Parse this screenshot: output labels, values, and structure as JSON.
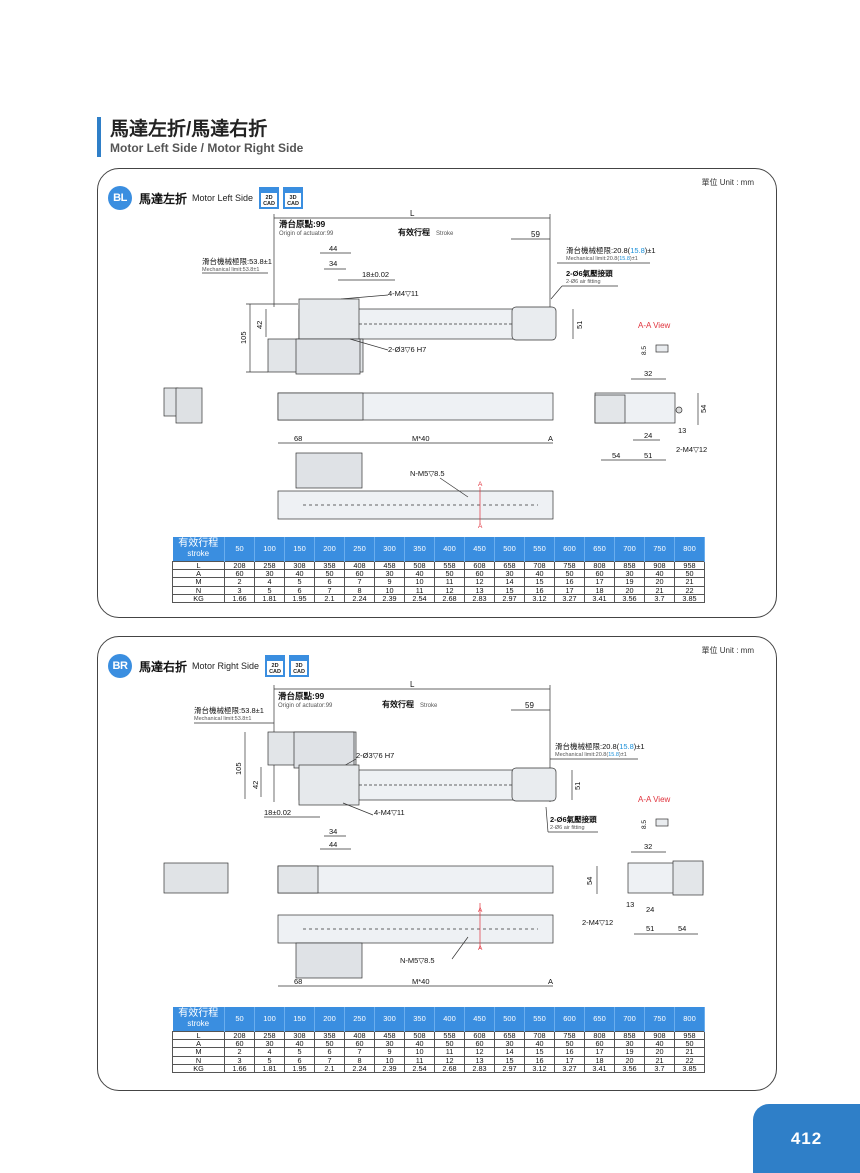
{
  "header": {
    "title_cn": "馬達左折/馬達右折",
    "title_en": "Motor Left Side / Motor Right Side"
  },
  "unit_label": "單位 Unit : mm",
  "cad_labels": [
    "2D CAD",
    "3D CAD"
  ],
  "table": {
    "header_cn": "有效行程",
    "header_en": "stroke",
    "strokes": [
      "50",
      "100",
      "150",
      "200",
      "250",
      "300",
      "350",
      "400",
      "450",
      "500",
      "550",
      "600",
      "650",
      "700",
      "750",
      "800"
    ],
    "rows": [
      {
        "label": "L",
        "values": [
          "208",
          "258",
          "308",
          "358",
          "408",
          "458",
          "508",
          "558",
          "608",
          "658",
          "708",
          "758",
          "808",
          "858",
          "908",
          "958"
        ]
      },
      {
        "label": "A",
        "values": [
          "60",
          "30",
          "40",
          "50",
          "60",
          "30",
          "40",
          "50",
          "60",
          "30",
          "40",
          "50",
          "60",
          "30",
          "40",
          "50"
        ]
      },
      {
        "label": "M",
        "values": [
          "2",
          "4",
          "5",
          "6",
          "7",
          "9",
          "10",
          "11",
          "12",
          "14",
          "15",
          "16",
          "17",
          "19",
          "20",
          "21"
        ]
      },
      {
        "label": "N",
        "values": [
          "3",
          "5",
          "6",
          "7",
          "8",
          "10",
          "11",
          "12",
          "13",
          "15",
          "16",
          "17",
          "18",
          "20",
          "21",
          "22"
        ]
      },
      {
        "label": "KG",
        "values": [
          "1.66",
          "1.81",
          "1.95",
          "2.1",
          "2.24",
          "2.39",
          "2.54",
          "2.68",
          "2.83",
          "2.97",
          "3.12",
          "3.27",
          "3.41",
          "3.56",
          "3.7",
          "3.85"
        ]
      }
    ]
  },
  "sections": {
    "bl": {
      "badge": "BL",
      "title_cn": "馬達左折",
      "title_en": "Motor Left Side"
    },
    "br": {
      "badge": "BR",
      "title_cn": "馬達右折",
      "title_en": "Motor Right Side"
    }
  },
  "drawing_labels": {
    "L": "L",
    "origin_cn": "滑台原點:99",
    "origin_en": "Origin of actuator:99",
    "stroke_cn": "有效行程",
    "stroke_en": "Stroke",
    "d59": "59",
    "d44": "44",
    "d34": "34",
    "d18": "18±0.02",
    "m4": "4-M4▽11",
    "o3": "2-Ø3▽6 H7",
    "mech_a_cn": "滑台機械極限:53.8±1",
    "mech_a_en": "Mechanical limit:53.8±1",
    "mech_b_cn_1": "滑台機械極限:20.8(",
    "mech_b_cn_val": "15.8",
    "mech_b_cn_2": ")±1",
    "mech_b_en_1": "Mechanical limit:20.8(",
    "mech_b_en_2": ")±1",
    "air_cn": "2-Ø6氣壓接頭",
    "air_en": "2-Ø6 air fitting",
    "d105": "105",
    "d42": "42",
    "d51": "51",
    "aa_view": "A-A View",
    "d85": "8.5",
    "d32": "32",
    "d54": "54",
    "d13": "13",
    "d24": "24",
    "m4_12": "2-M4▽12",
    "d68": "68",
    "m40": "M*40",
    "A": "A",
    "n_m5": "N-M5▽8.5"
  },
  "colors": {
    "accent": "#3a8ee0",
    "highlight_value": "#1a8fd8",
    "section_arrow": "#e0323c"
  },
  "page_number": "412"
}
